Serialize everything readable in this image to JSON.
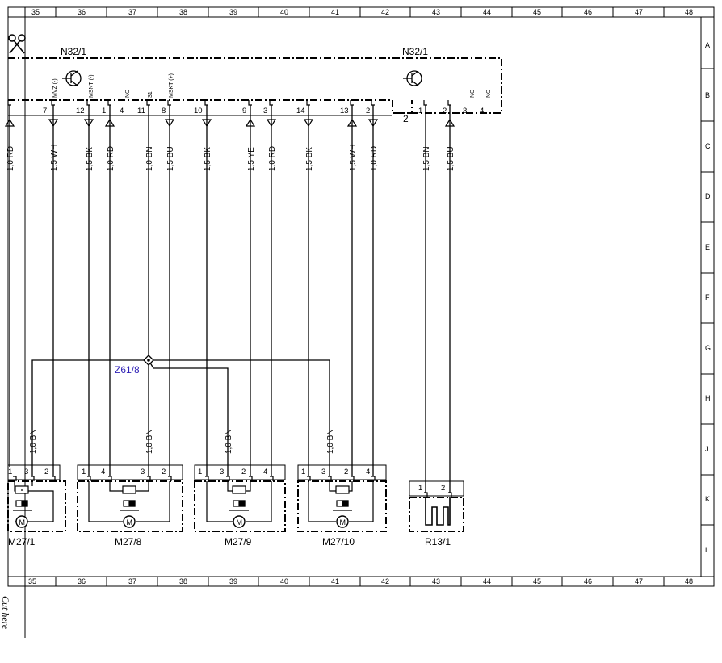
{
  "grid": {
    "columns": [
      "35",
      "36",
      "37",
      "38",
      "39",
      "40",
      "41",
      "42",
      "43",
      "44",
      "45",
      "46",
      "47",
      "48"
    ],
    "rows": [
      "A",
      "B",
      "C",
      "D",
      "E",
      "F",
      "G",
      "H",
      "J",
      "K",
      "L"
    ]
  },
  "modules": {
    "left": "N32/1",
    "right": "N32/1"
  },
  "top_pins": {
    "p7": "7",
    "p12": "12",
    "p1": "1",
    "p4": "4",
    "p11": "11",
    "p8": "8",
    "p10": "10",
    "p9": "9",
    "p3": "3",
    "p14": "14",
    "p13": "13",
    "p2": "2",
    "r2": "2",
    "r1": "1",
    "r2b": "2",
    "r3": "3",
    "r4": "4"
  },
  "signals": {
    "mvz": "MVZ (-)",
    "msnt": "MSNT (-)",
    "nc1": "NC",
    "s31": "31",
    "mskt": "MSKT (+)",
    "nc2": "NC",
    "nc3": "NC"
  },
  "wires_top": {
    "w1": "1,0 RD",
    "w2": "1,5 WH",
    "w3": "1,5 BK",
    "w4": "1,0 RD",
    "w5": "1,0 BN",
    "w6": "1,5 BU",
    "w7": "1,5 BK",
    "w8": "1,5 YE",
    "w9": "1,0 RD",
    "w10": "1,5 BK",
    "w11": "1,5 WH",
    "w12": "1,0 RD",
    "w13": "1,5 BN",
    "w14": "1,5 BU"
  },
  "splice": "Z61/8",
  "wires_bottom": {
    "b1": "1,0 BN",
    "b2": "1,0 BN",
    "b3": "1,0 BN",
    "b4": "1,0 BN"
  },
  "components": {
    "c1": "M27/1",
    "c2": "M27/8",
    "c3": "M27/9",
    "c4": "M27/10",
    "c5": "R13/1"
  },
  "comp_pins": {
    "a1": "1",
    "a3": "3",
    "a2": "2",
    "b1": "1",
    "b4": "4",
    "b3": "3",
    "b2": "2",
    "c1": "1",
    "c3": "3",
    "c2": "2",
    "c4": "4",
    "d1": "1",
    "d3": "3",
    "d2": "2",
    "d4": "4",
    "e1": "1",
    "e2": "2"
  },
  "motor_letter": "M",
  "cut_here": "Cut here",
  "colors": {
    "line": "#000000",
    "splice_label": "#2d1fb5"
  }
}
